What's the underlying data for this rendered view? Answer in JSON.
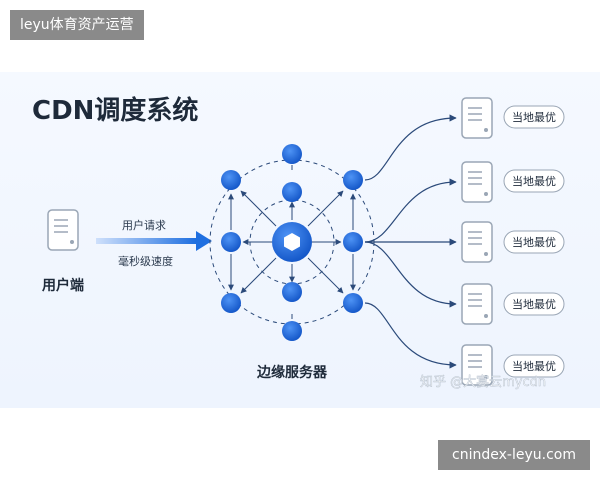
{
  "header": {
    "site_label": "leyu体育资产运营"
  },
  "footer": {
    "domain_label": "cnindex-leyu.com"
  },
  "diagram": {
    "title": "CDN调度系统",
    "client_label": "用户端",
    "request_label": "用户请求",
    "speed_label": "毫秒级速度",
    "edge_label": "边缘服务器",
    "local_labels": [
      "当地最优",
      "当地最优",
      "当地最优",
      "当地最优",
      "当地最优"
    ],
    "watermark": "知乎 @大宴云mycdn",
    "colors": {
      "accent": "#1f6fe0",
      "line": "#2b4a7a",
      "node": "#1f6fe0",
      "server_stroke": "#9aa6b5"
    }
  }
}
